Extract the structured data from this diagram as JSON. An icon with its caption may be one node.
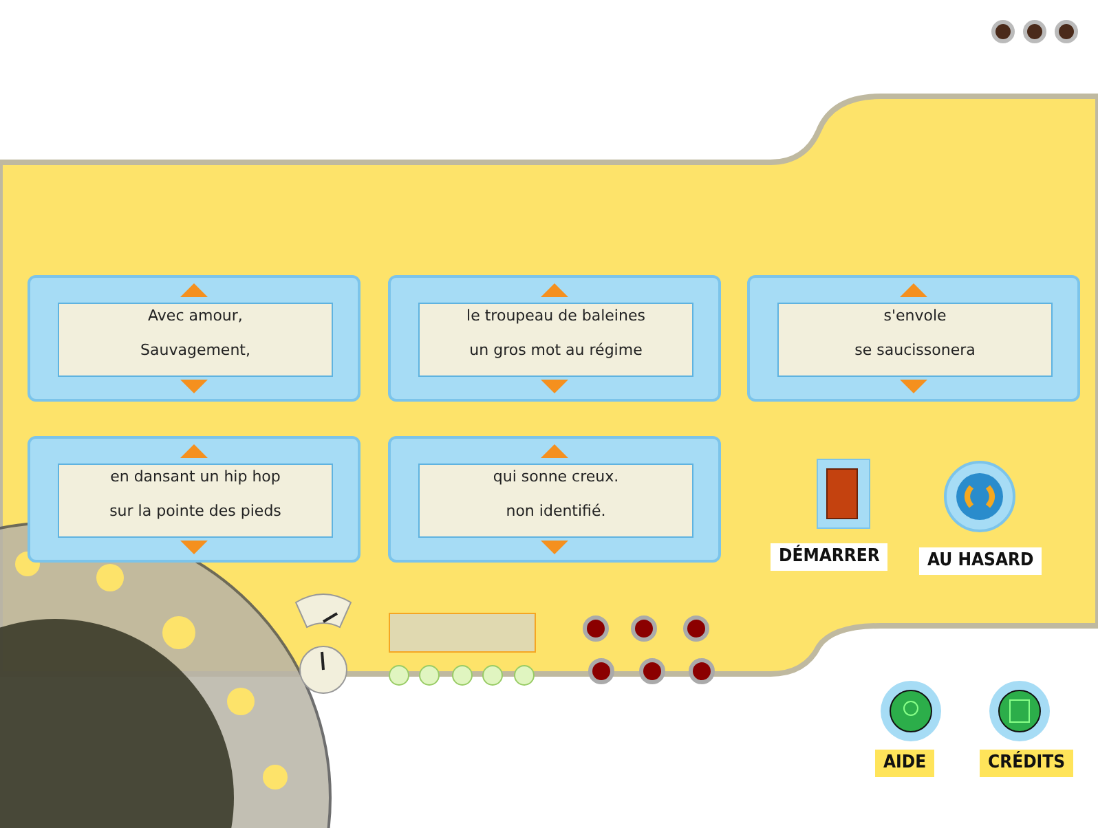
{
  "diagram": {
    "labels": [
      "Avec amour,",
      "Sauvagement,",
      "le troupeau de baleines",
      "un gros mot au régime",
      "s'envole",
      "se saucissonera",
      "en dansant un hip hop",
      "sur la pointe des pieds",
      "qui sonne creux.",
      "non identifié.",
      "DÉMARRER",
      "AU HASARD",
      "AIDE",
      "CRÉDITS"
    ]
  }
}
